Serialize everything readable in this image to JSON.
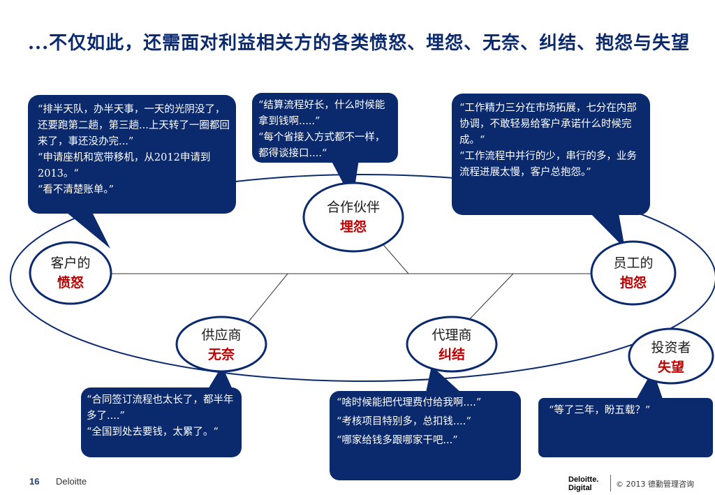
{
  "title": "...不仅如此，还需面对利益相关方的各类愤怒、埋怨、无奈、纠结、抱怨与失望",
  "stakeholders": {
    "customer": {
      "name": "客户的",
      "emotion": "愤怒"
    },
    "partner": {
      "name": "合作伙伴",
      "emotion": "埋怨"
    },
    "employee": {
      "name": "员工的",
      "emotion": "抱怨"
    },
    "supplier": {
      "name": "供应商",
      "emotion": "无奈"
    },
    "agent": {
      "name": "代理商",
      "emotion": "纠结"
    },
    "investor": {
      "name": "投资者",
      "emotion": "失望"
    }
  },
  "quotes": {
    "customer": [
      "“排半天队，办半天事，一天的光阴没了，还要跑第二趟，第三趟...上天转了一圈都回来了，事还没办完...”",
      "“申请座机和宽带移机，从2012申请到2013。“",
      "“看不清楚账单。”"
    ],
    "partner": [
      "“结算流程好长，什么时候能拿到钱啊.....”",
      "“每个省接入方式都不一样，都得谈接口....“"
    ],
    "employee": [
      "“工作精力三分在市场拓展，七分在内部协调，不敢轻易给客户承诺什么时候完成。“",
      "“工作流程中并行的少，串行的多，业务流程进展太慢，客户总抱怨。”"
    ],
    "supplier": [
      "“合同签订流程也太长了，都半年多了....”",
      "“全国到处去要钱，太累了。“"
    ],
    "agent": [
      "“啥时候能把代理费付给我啊....”",
      "“考核项目特别多，总扣钱....“",
      "“哪家给钱多跟哪家干吧...”"
    ],
    "investor": [
      "“等了三年，盼五载？”"
    ]
  },
  "footer": {
    "page_number": "16",
    "brand": "Deloitte",
    "logo_line1": "Deloitte.",
    "logo_line2": "Digital",
    "copyright": "© 2013 德勤管理咨询"
  },
  "colors": {
    "bubble": "#0b2a6e",
    "title": "#0b2a6e",
    "emotion": "#c00000",
    "node_border": "#0b2a6e"
  }
}
